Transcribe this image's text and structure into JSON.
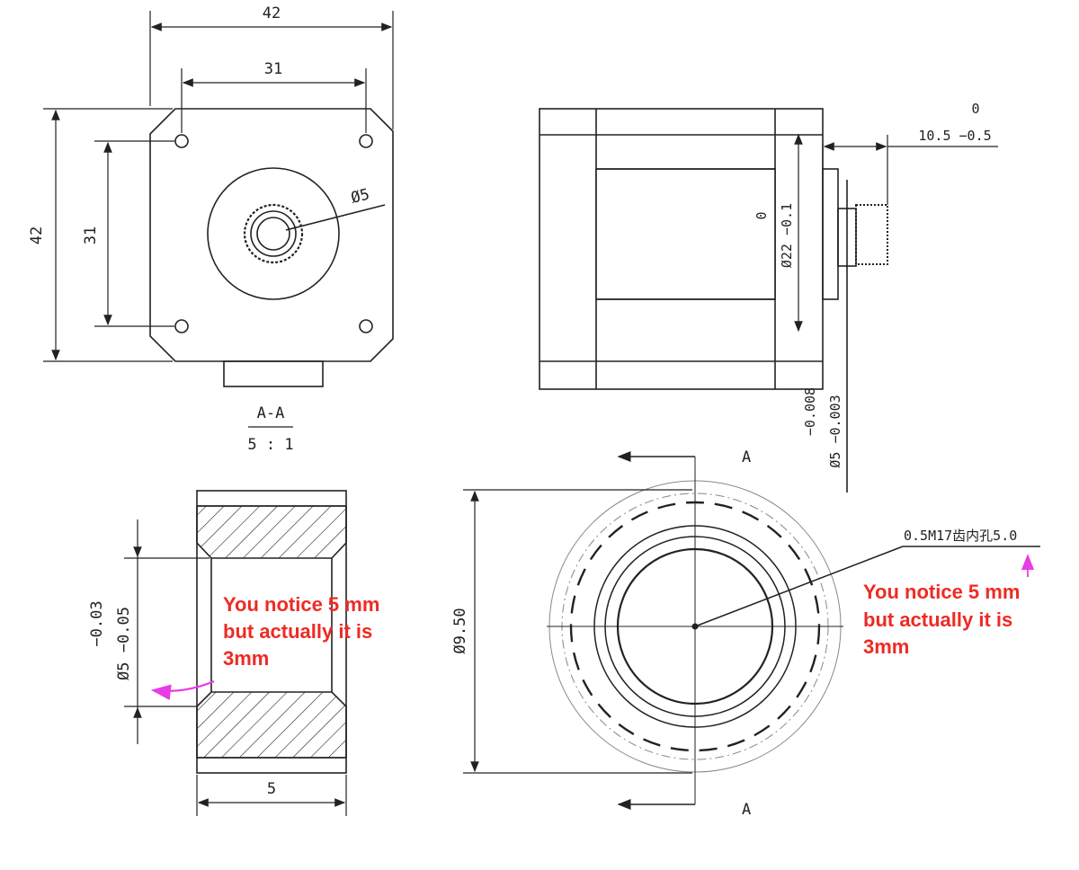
{
  "dims": {
    "width_outer": "42",
    "width_holes": "31",
    "height_outer": "42",
    "height_holes": "31",
    "hub_dia": "Ø5",
    "section_label": "A-A",
    "section_scale": "5 : 1",
    "shaft_len_upper": "0",
    "shaft_len": "10.5 −0.5",
    "boss_tol_upper": "0",
    "boss_dia": "Ø22 −0.1",
    "shaft_tol_upper": "−0.008",
    "shaft_dia": "Ø5 −0.003",
    "section_marker_top": "A",
    "section_marker_bottom": "A",
    "bore_tol_upper": "−0.03",
    "bore_dia": "Ø5 −0.05",
    "gear_width": "5",
    "gear_outer_dia": "Ø9.50",
    "gear_callout": "0.5M17齿内孔5.0"
  },
  "notes": {
    "left_line1": "You notice 5 mm",
    "left_line2": "but actually it is",
    "left_line3": "3mm",
    "right_line1": "You notice 5 mm",
    "right_line2": "but actually it is",
    "right_line3": "3mm"
  },
  "colors": {
    "note_text": "#ee2a24",
    "arrow": "#e83ce8",
    "line": "#222222"
  }
}
